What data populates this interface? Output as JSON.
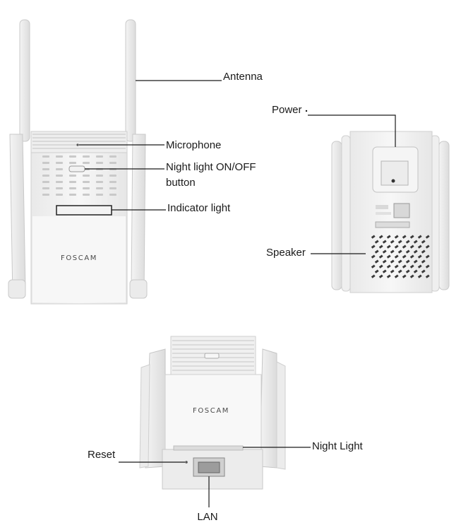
{
  "brand": "FOSCAM",
  "labels": {
    "antenna": "Antenna",
    "microphone": "Microphone",
    "night_light_button_1": "Night light ON/OFF",
    "night_light_button_2": "button",
    "indicator": "Indicator light",
    "power": "Power",
    "speaker": "Speaker",
    "reset": "Reset",
    "night_light": "Night Light",
    "lan": "LAN"
  }
}
